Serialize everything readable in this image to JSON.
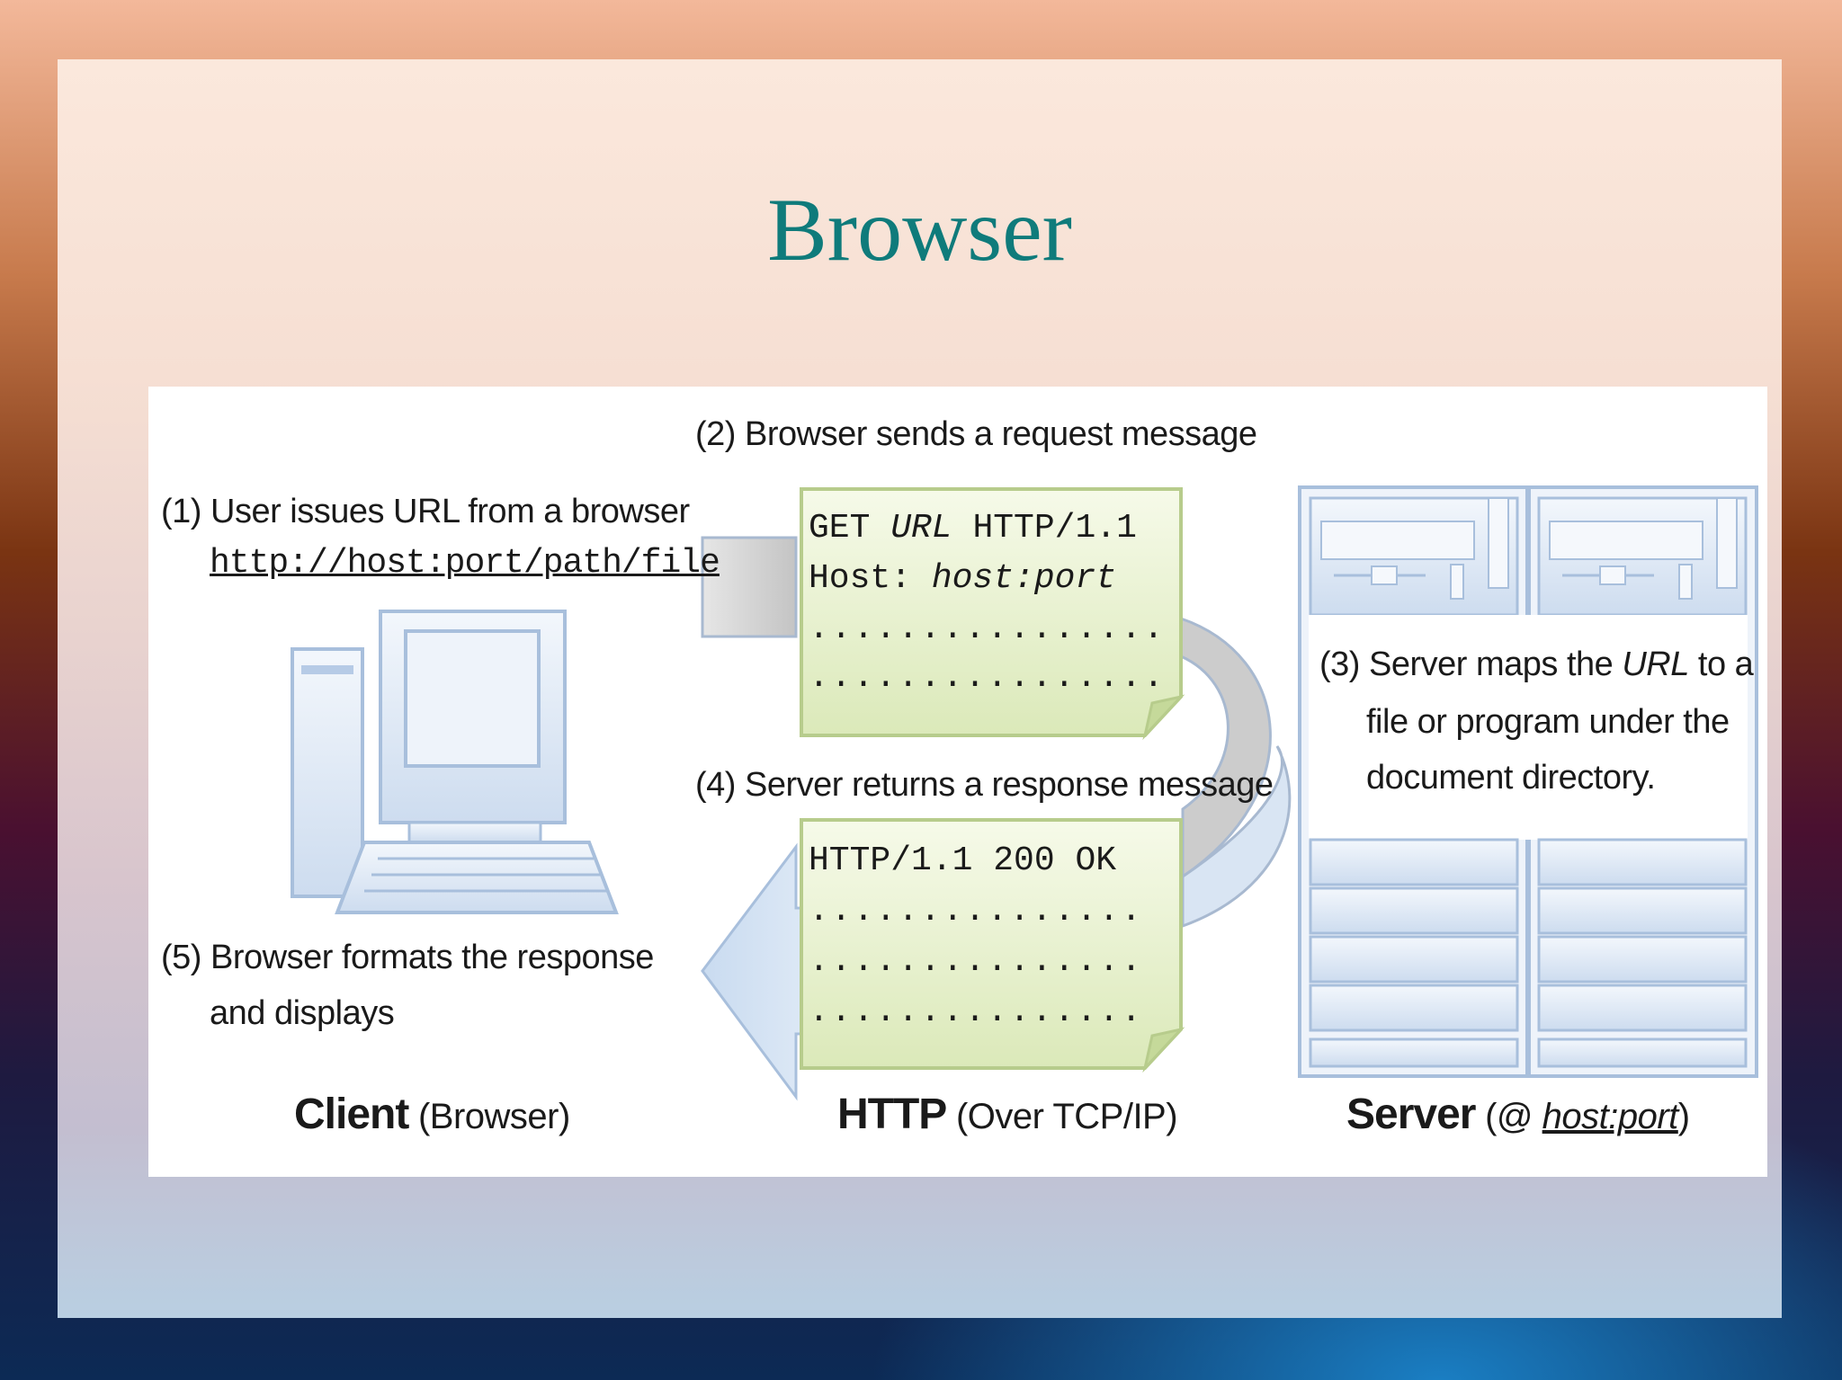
{
  "slide": {
    "title": "Browser"
  },
  "diagram": {
    "step1": {
      "text": "(1) User issues URL from a browser",
      "url": "http://host:port/path/file"
    },
    "step2": {
      "text": "(2) Browser sends a request message"
    },
    "request": {
      "line1_a": "GET ",
      "line1_url": "URL",
      "line1_b": " HTTP/1.1",
      "line2_a": "Host: ",
      "line2_host": "host:port",
      "dots1": "................",
      "dots2": "................"
    },
    "step3": {
      "line1_a": "(3) Server maps the ",
      "line1_url": "URL",
      "line1_b": " to a",
      "line2": "file or program under the",
      "line3": "document directory."
    },
    "step4": {
      "text": "(4) Server returns a response message"
    },
    "response": {
      "line1": "HTTP/1.1 200 OK",
      "dots1": "...............",
      "dots2": "...............",
      "dots3": "..............."
    },
    "step5": {
      "line1": "(5) Browser formats the response",
      "line2": "and displays"
    },
    "captions": {
      "client_bold": "Client",
      "client_rest": " (Browser)",
      "http_bold": "HTTP",
      "http_rest": " (Over TCP/IP)",
      "server_bold": "Server",
      "server_open": " (@ ",
      "server_host": "host:port",
      "server_close": ")"
    },
    "colors": {
      "title": "#0f7b7b",
      "note_fill": "#e6f0cc",
      "note_stroke": "#a9c276",
      "device_fill": "#dbe6f3",
      "device_stroke": "#9db5d6",
      "arrow_gray": "#cfcfcf"
    }
  }
}
